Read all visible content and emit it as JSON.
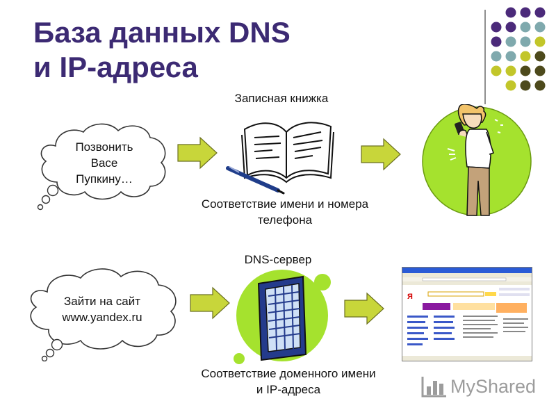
{
  "slide": {
    "title_lines": [
      "База данных DNS",
      "и IP-адреса"
    ],
    "title_color": "#3c2a73"
  },
  "row1": {
    "cloud_lines": [
      "Позвонить",
      "Васе",
      "Пупкину…"
    ],
    "top_label": "Записная книжка",
    "bottom_label_lines": [
      "Соответствие имени и номера",
      "телефона"
    ]
  },
  "row2": {
    "cloud_lines": [
      "Зайти на сайт",
      "www.yandex.ru"
    ],
    "top_label": "DNS-сервер",
    "bottom_label_lines": [
      "Соответствие доменного имени",
      "и IP-адреса"
    ]
  },
  "watermark": {
    "text": "MyShared"
  },
  "colors": {
    "dot_purple": "#4b2a7a",
    "dot_teal": "#7fa9ad",
    "dot_olive": "#c2c62a",
    "dot_dark": "#4d4a1c",
    "arrow_fill": "#c8d63a",
    "circle_green": "#a5e22e"
  },
  "icons": [
    "cloud-shape",
    "arrow-right-icon",
    "notebook-icon",
    "pen-icon",
    "phone-person-icon",
    "server-rack-icon",
    "browser-window-icon",
    "bar-chart-logo-icon"
  ]
}
